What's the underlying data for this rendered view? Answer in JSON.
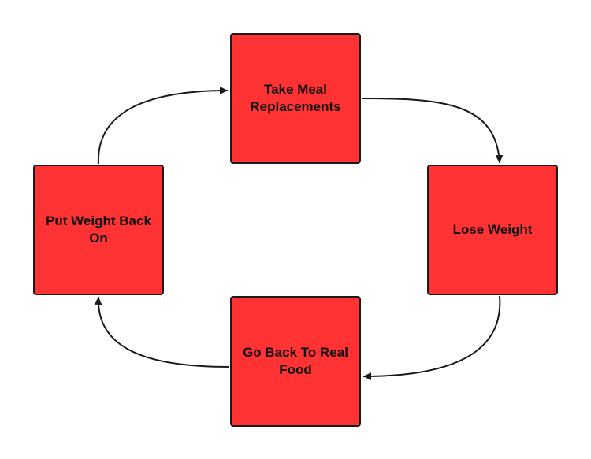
{
  "colors": {
    "box_fill": "#ff3333",
    "stroke": "#1a1a1a"
  },
  "nodes": [
    {
      "id": "take-meal-replacements",
      "label": "Take Meal Replacements"
    },
    {
      "id": "lose-weight",
      "label": "Lose Weight"
    },
    {
      "id": "go-back-to-real-food",
      "label": "Go Back To Real Food"
    },
    {
      "id": "put-weight-back-on",
      "label": "Put Weight Back On"
    }
  ],
  "edges": [
    {
      "from": "take-meal-replacements",
      "to": "lose-weight"
    },
    {
      "from": "lose-weight",
      "to": "go-back-to-real-food"
    },
    {
      "from": "go-back-to-real-food",
      "to": "put-weight-back-on"
    },
    {
      "from": "put-weight-back-on",
      "to": "take-meal-replacements"
    }
  ]
}
